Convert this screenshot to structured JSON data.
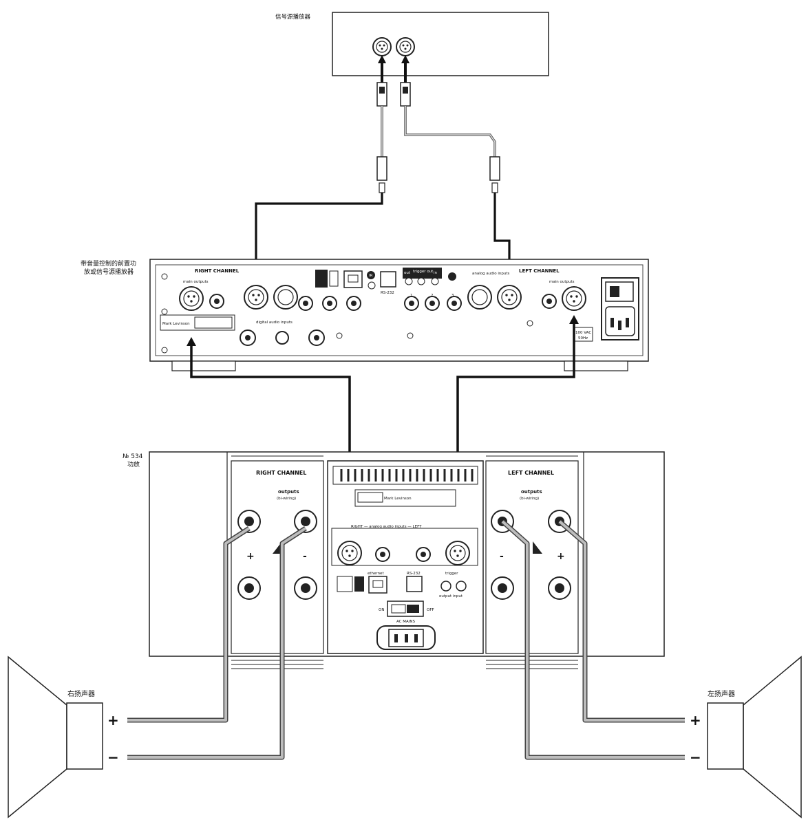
{
  "labels": {
    "source_device": "信号源播放器",
    "preamp": [
      "带音量控制的前置功",
      "放或信号源播放器"
    ],
    "amp_model": "№ 534",
    "amp_type": "功放",
    "right_speaker": "右扬声器",
    "left_speaker": "左扬声器"
  },
  "preamp_panel": {
    "right_channel": "RIGHT CHANNEL",
    "left_channel": "LEFT CHANNEL",
    "main_outputs": "main outputs",
    "analog_audio_inputs": "analog audio inputs",
    "digital_inputs": "digital audio inputs",
    "rs232": "RS-232",
    "ir": "IR",
    "trigger_labels": [
      "out",
      "trigger out",
      "in"
    ],
    "input_numbers": [
      "1",
      "2",
      "3"
    ],
    "brand": "Mark Levinson",
    "voltage": [
      "100 VAC",
      "50Hz"
    ]
  },
  "amp_panel": {
    "right_channel": "RIGHT CHANNEL",
    "left_channel": "LEFT CHANNEL",
    "outputs": "outputs",
    "bi_wiring": "(bi-wiring)",
    "analog_audio_inputs": "RIGHT — analog audio inputs — LEFT",
    "ethernet": "ethernet",
    "rs232": "RS-232",
    "trigger": "trigger",
    "trigger_io": "output  input",
    "on": "ON",
    "off": "OFF",
    "ac_mains": "AC MAINS",
    "brand": "Mark Levinson",
    "plus": "+",
    "minus": "-"
  },
  "speaker_terminals": {
    "plus": "+",
    "minus": "−"
  }
}
